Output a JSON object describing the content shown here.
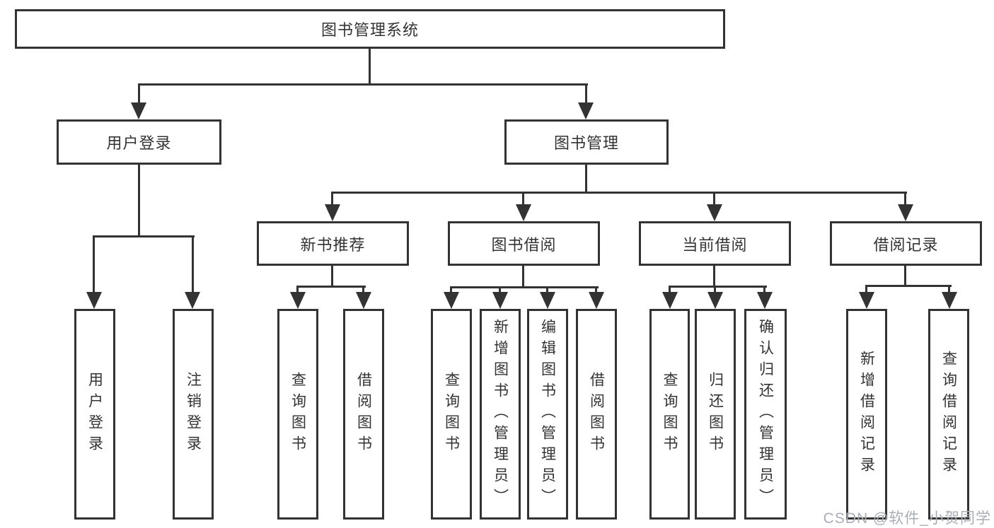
{
  "diagram": {
    "title": "图书管理系统",
    "colors": {
      "line": "#333333",
      "text": "#333333",
      "background": "#ffffff",
      "watermark": "#a9aeb5"
    },
    "root": {
      "label": "图书管理系统"
    },
    "level1": {
      "user_login": "用户登录",
      "book_management": "图书管理"
    },
    "level2": {
      "new_book_recommend": "新书推荐",
      "book_borrow": "图书借阅",
      "current_borrow": "当前借阅",
      "borrow_records": "借阅记录"
    },
    "leaves": {
      "user_login": "用户登录",
      "logout": "注销登录",
      "recommend_query_books": "查询图书",
      "recommend_borrow_books": "借阅图书",
      "borrow_query_books": "查询图书",
      "borrow_add_books_admin": "新增图书（管理员）",
      "borrow_edit_books_admin": "编辑图书（管理员）",
      "borrow_borrow_books": "借阅图书",
      "current_query_books": "查询图书",
      "current_return_books": "归还图书",
      "current_confirm_return_admin": "确认归还（管理员）",
      "records_add_record": "新增借阅记录",
      "records_query_record": "查询借阅记录"
    },
    "watermark": "CSDN @软件_小贺同学"
  }
}
